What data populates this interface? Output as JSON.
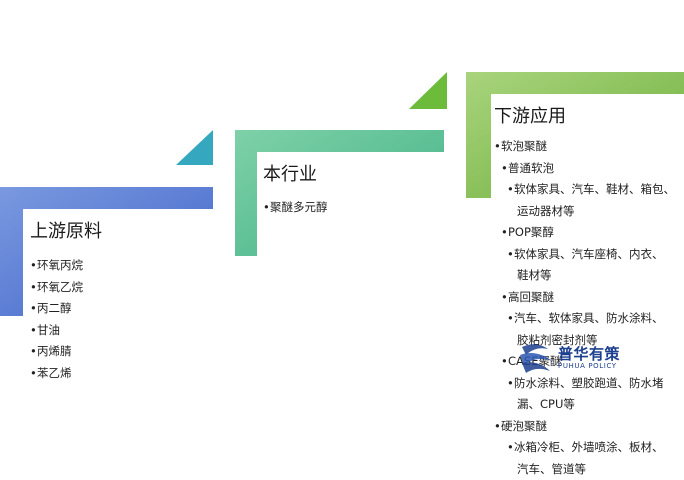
{
  "columns": {
    "upstream": {
      "title": "上游原料",
      "items": [
        "环氧丙烷",
        "环氧乙烷",
        "丙二醇",
        "甘油",
        "丙烯腈",
        "苯乙烯"
      ]
    },
    "industry": {
      "title": "本行业",
      "items": [
        "聚醚多元醇"
      ]
    },
    "downstream": {
      "title": "下游应用",
      "lines": [
        {
          "level": 1,
          "text": "软泡聚醚"
        },
        {
          "level": 2,
          "text": "普通软泡"
        },
        {
          "level": 3,
          "text": "软体家具、汽车、鞋材、箱包、"
        },
        {
          "level": 4,
          "text": "运动器材等"
        },
        {
          "level": 2,
          "text": "POP聚醇"
        },
        {
          "level": 3,
          "text": "软体家具、汽车座椅、内衣、"
        },
        {
          "level": 4,
          "text": "鞋材等"
        },
        {
          "level": 2,
          "text": "高回聚醚"
        },
        {
          "level": 3,
          "text": "汽车、软体家具、防水涂料、"
        },
        {
          "level": 4,
          "text": "胶粘剂密封剂等"
        },
        {
          "level": 2,
          "text": "CASE聚醚"
        },
        {
          "level": 3,
          "text": "防水涂料、塑胶跑道、防水堵"
        },
        {
          "level": 4,
          "text": "漏、CPU等"
        },
        {
          "level": 1,
          "text": "硬泡聚醚"
        },
        {
          "level": 3,
          "text": "冰箱冷柜、外墙喷涂、板材、"
        },
        {
          "level": 4,
          "text": "汽车、管道等"
        }
      ]
    }
  },
  "watermark": {
    "name_cn": "普华有策",
    "name_en": "PUHUA POLICY"
  },
  "colors": {
    "upstream_start": "#3f63c8",
    "upstream_end": "#7a99e0",
    "industry_start": "#3fb085",
    "industry_end": "#7fd1a8",
    "downstream_start": "#6cae3a",
    "downstream_end": "#a9d47d",
    "teal_triangle": "#35a8c0",
    "logo_blue": "#1d3f8f"
  }
}
